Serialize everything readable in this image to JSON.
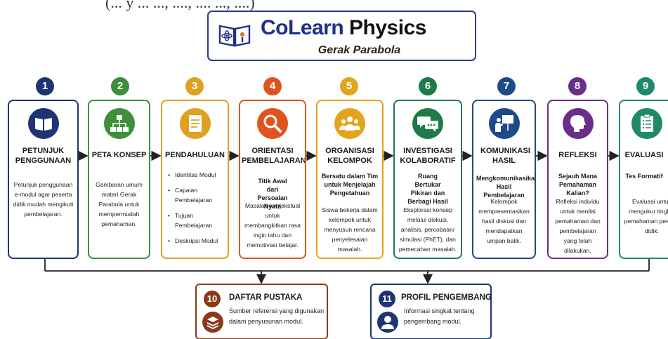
{
  "top_fragment": "(... y ... ..., ...., .... ..., ....)",
  "header": {
    "title_part1": "CoLearn",
    "title_part2": "Physics",
    "subtitle": "Gerak Parabola"
  },
  "colors": {
    "navy": "#1f3473",
    "green": "#3f8f3a",
    "amber": "#e0a020",
    "orange": "#e0531f",
    "gold": "#e3a41c",
    "teal": "#1f7a4a",
    "blue": "#1f4a8a",
    "purple": "#6b2d8a",
    "teal2": "#1f8a6a",
    "brown": "#8a3a1a",
    "connector": "#222222"
  },
  "steps": [
    {
      "number": "1",
      "title": "PETUNJUK PENGGUNAAN",
      "subtitle": "",
      "description": "Petunjuk penggunaan e-modul agar peserta didik mudah mengikuti pembelajaran.",
      "icon": "book-icon",
      "color": "#1f3473"
    },
    {
      "number": "2",
      "title": "PETA KONSEP",
      "subtitle": "",
      "description": "Gambaran umum materi Gerak Parabola untuk mempermudah pemahaman.",
      "icon": "sitemap-icon",
      "color": "#3f8f3a"
    },
    {
      "number": "3",
      "title": "PENDAHULUAN",
      "subtitle": "",
      "list": [
        "Identitas Modul",
        "Capaian Pembelajaran",
        "Tujuan Pembelajaran",
        "Deskripsi Modul"
      ],
      "icon": "document-icon",
      "color": "#e0a020"
    },
    {
      "number": "4",
      "title": "ORIENTASI PEMBELAJARAN",
      "subtitle": "Titik Awal dari Persoalan Nyata",
      "description": "Masalah kontekstual untuk membangkitkan rasa ingin tahu dan memotivasi belajar.",
      "icon": "magnifier-icon",
      "color": "#e0531f"
    },
    {
      "number": "5",
      "title": "ORGANISASI KELOMPOK",
      "subtitle": "Bersatu dalam Tim untuk Menjelajah Pengetahuan",
      "description": "Siswa bekerja dalam kelompok untuk menyusun rencana penyelesaian masalah.",
      "icon": "group-icon",
      "color": "#e3a41c"
    },
    {
      "number": "6",
      "title": "INVESTIGASI KOLABORATIF",
      "subtitle": "Ruang Bertukar Pikiran dan Berbagi Hasil",
      "description": "Eksplorasi konsep melalui diskusi, analisis, percobaan/ simulasi (PhET), dan pemecahan masalah.",
      "icon": "chat-icon",
      "color": "#1f7a4a"
    },
    {
      "number": "7",
      "title": "KOMUNIKASI HASIL",
      "subtitle": "Mengkomunikasikan Hasil Pembelajaran",
      "description": "Kelompok mempresentasikan hasil diskusi dan mendapatkan umpan balik.",
      "icon": "presentation-icon",
      "color": "#1f4a8a"
    },
    {
      "number": "8",
      "title": "REFLEKSI",
      "subtitle": "Sejauh Mana Pemahaman Kalian?",
      "description": "Refleksi individu untuk menilai pemahaman dan pembelajaran yang telah dilakukan.",
      "icon": "head-icon",
      "color": "#6b2d8a"
    },
    {
      "number": "9",
      "title": "EVALUASI",
      "subtitle": "Tes Formatif",
      "description": "Evaluasi untuk mengukur tingkat pemahaman peserta didik.",
      "icon": "clipboard-icon",
      "color": "#1f8a6a"
    }
  ],
  "bottom": [
    {
      "number": "10",
      "title": "DAFTAR PUSTAKA",
      "description": "Sumber referensi yang digunakan dalam penyusunan modul.",
      "icon": "books-stack-icon",
      "color": "#8a3a1a"
    },
    {
      "number": "11",
      "title": "PROFIL PENGEMBANG",
      "description": "Informasi singkat tentang pengembang modul.",
      "icon": "person-icon",
      "color": "#1f3473"
    }
  ]
}
